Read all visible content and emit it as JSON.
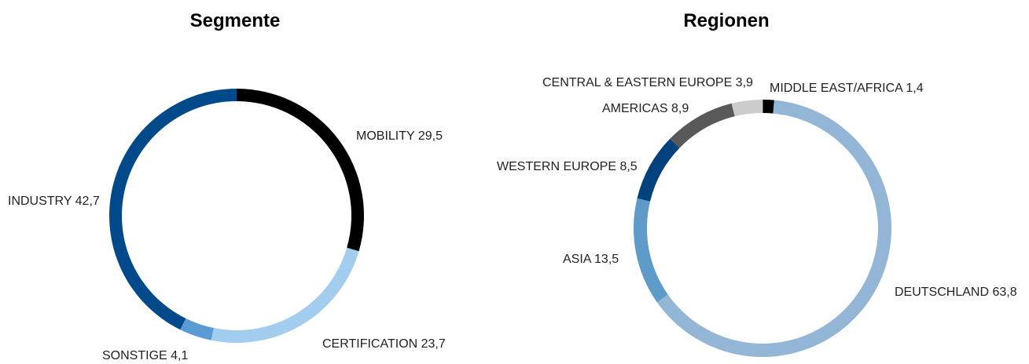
{
  "chart_data": [
    {
      "type": "pie",
      "title": "Segmente",
      "donut": true,
      "slices": [
        {
          "label": "MOBILITY",
          "value": 29.5,
          "display": "29,5",
          "color": "#000000"
        },
        {
          "label": "CERTIFICATION",
          "value": 23.7,
          "display": "23,7",
          "color": "#a3cdee"
        },
        {
          "label": "SONSTIGE",
          "value": 4.1,
          "display": "4,1",
          "color": "#5b9bd5"
        },
        {
          "label": "INDUSTRY",
          "value": 42.7,
          "display": "42,7",
          "color": "#004a8c"
        }
      ]
    },
    {
      "type": "pie",
      "title": "Regionen",
      "donut": true,
      "slices": [
        {
          "label": "DEUTSCHLAND",
          "value": 63.8,
          "display": "63,8",
          "color": "#93b6d6"
        },
        {
          "label": "ASIA",
          "value": 13.5,
          "display": "13,5",
          "color": "#5f9bc8"
        },
        {
          "label": "WESTERN EUROPE",
          "value": 8.5,
          "display": "8,5",
          "color": "#00427e"
        },
        {
          "label": "AMERICAS",
          "value": 8.9,
          "display": "8,9",
          "color": "#595959"
        },
        {
          "label": "CENTRAL & EASTERN EUROPE",
          "value": 3.9,
          "display": "3,9",
          "color": "#cccccc"
        },
        {
          "label": "MIDDLE EAST/AFRICA",
          "value": 1.4,
          "display": "1,4",
          "color": "#000000"
        }
      ]
    }
  ]
}
